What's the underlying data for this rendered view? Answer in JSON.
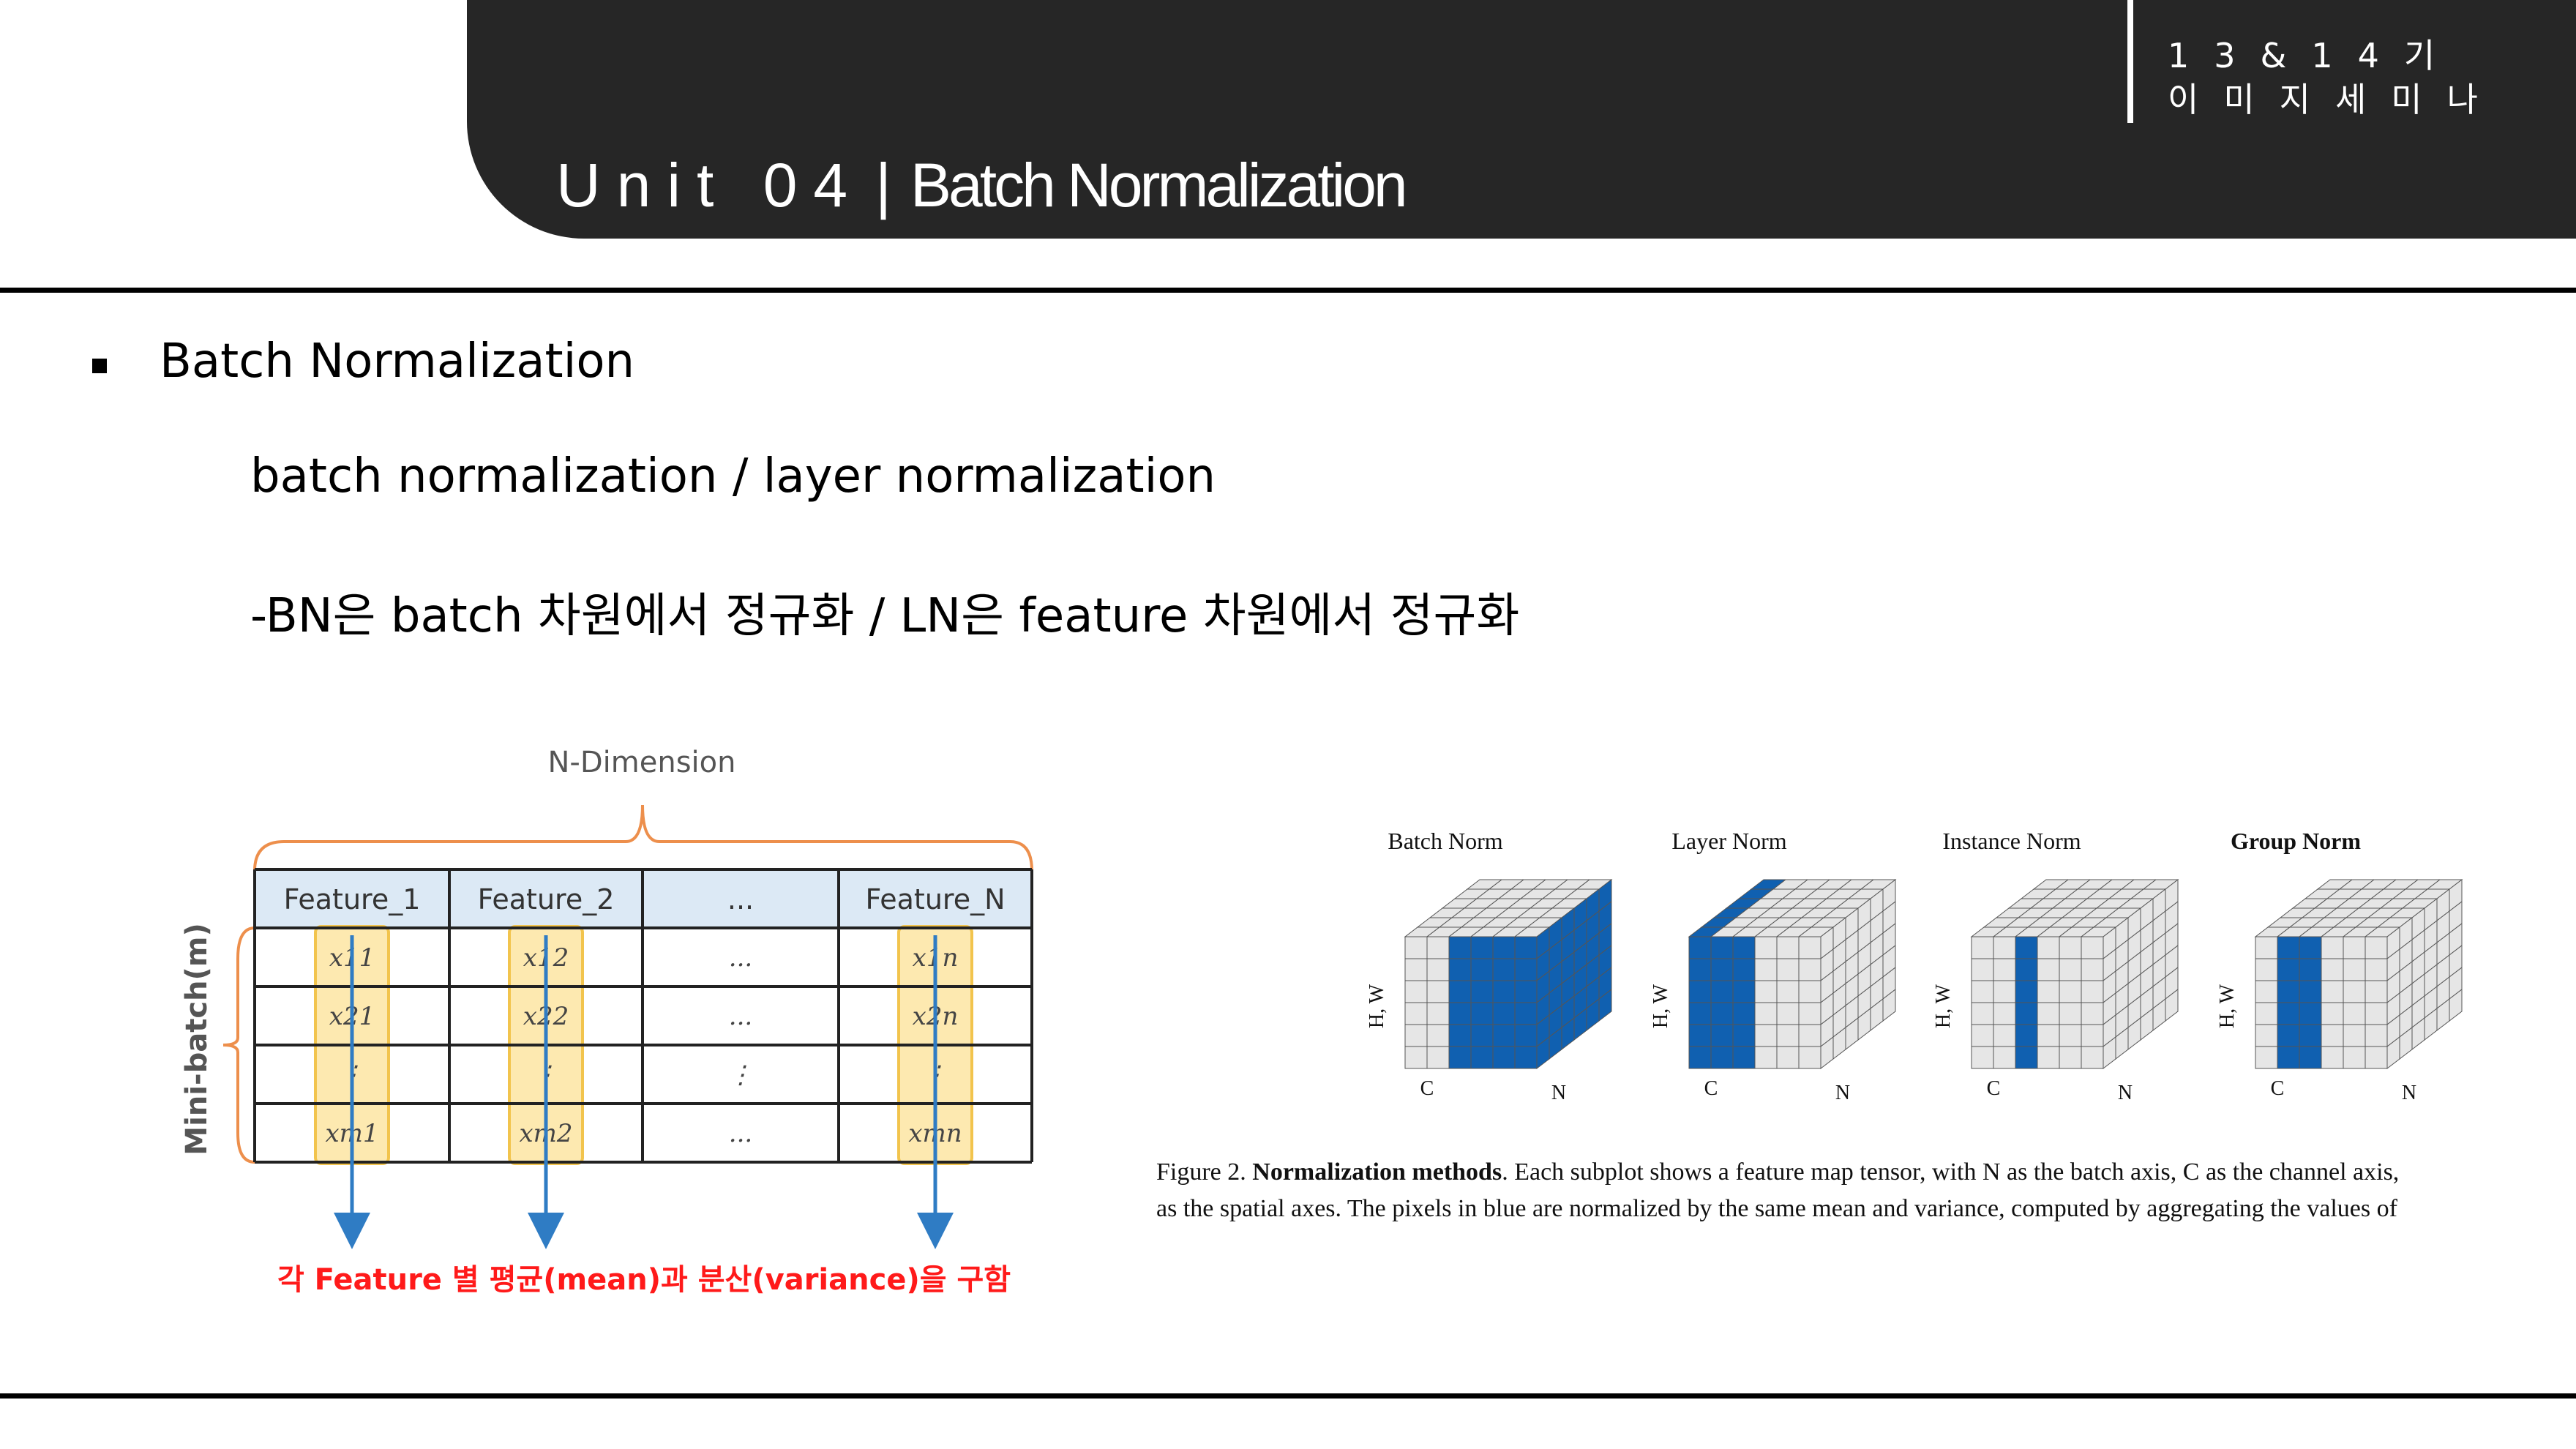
{
  "header": {
    "title_unit": "Unit  04",
    "title_sep": "|",
    "title_name": "Batch Normalization",
    "tag_line1": "13&14기",
    "tag_line2": "이미지세미나"
  },
  "content": {
    "bullet": "Batch Normalization",
    "line1": "batch normalization / layer normalization",
    "line2": "-BN은 batch 차원에서 정규화 / LN은 feature 차원에서 정규화"
  },
  "bn_diagram": {
    "n_dimension_label": "N-Dimension",
    "minibatch_label": "Mini-batch(m)",
    "columns": [
      "Feature_1",
      "Feature_2",
      "...",
      "Feature_N"
    ],
    "rows": [
      [
        "x11",
        "x12",
        "...",
        "x1n"
      ],
      [
        "x21",
        "x22",
        "...",
        "x2n"
      ],
      [
        "⋮",
        "⋮",
        "⋮",
        "⋮"
      ],
      [
        "xm1",
        "xm2",
        "...",
        "xmn"
      ]
    ],
    "caption": "각 Feature 별 평균(mean)과 분산(variance)을 구함",
    "colors": {
      "header_fill": "#dce9f5",
      "brace": "#ed8f4c",
      "highlight_fill": "#fde9b0",
      "highlight_stroke": "#f2c44d",
      "arrow": "#2f7cc4",
      "caption": "#ff1a1a"
    }
  },
  "norm_figure": {
    "titles": [
      "Batch Norm",
      "Layer Norm",
      "Instance Norm",
      "Group Norm"
    ],
    "axis_hw": "H, W",
    "axis_c": "C",
    "axis_n": "N",
    "caption_line1_lead": "Figure 2. ",
    "caption_line1_bold": "Normalization methods",
    "caption_line1_rest": ". Each subplot shows a feature map tensor, with N as the batch axis, C as the channel axis,",
    "caption_line2": "as the spatial axes. The pixels in blue are normalized by the same mean and variance, computed by aggregating the values of",
    "colors": {
      "blue": "#1060b0",
      "gray": "#e6e6e6"
    }
  }
}
